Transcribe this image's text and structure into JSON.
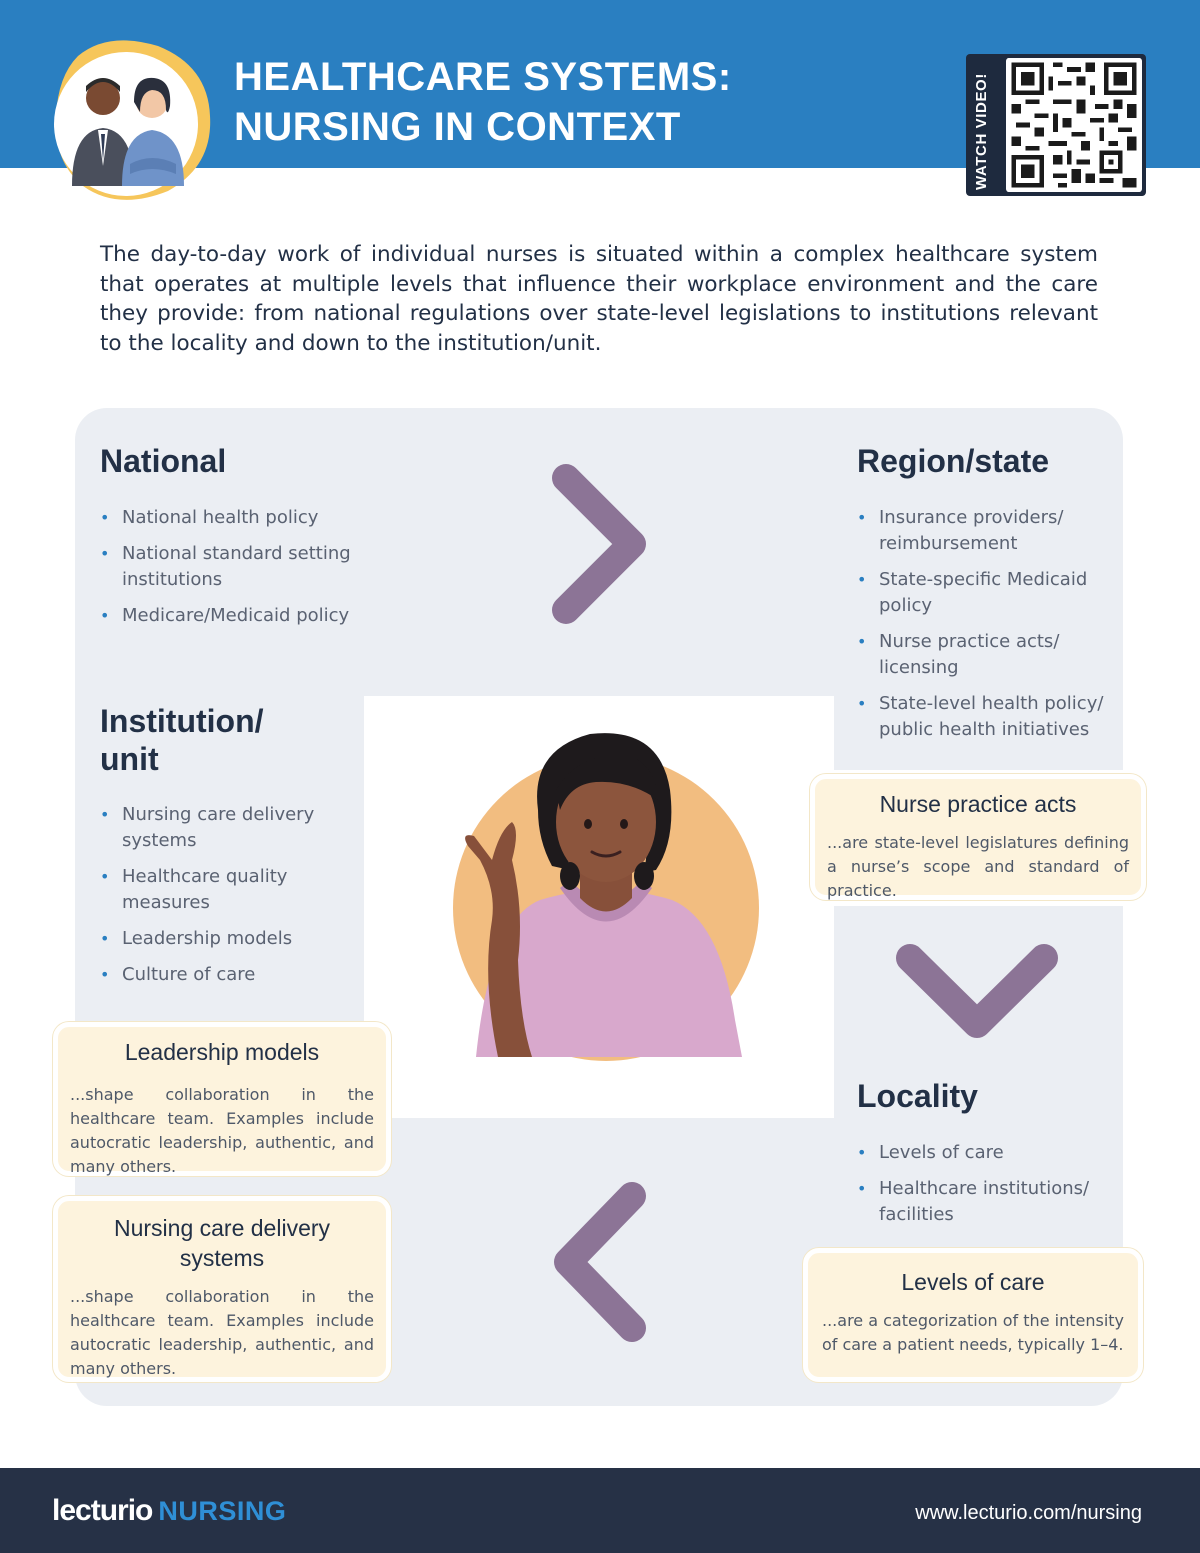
{
  "header": {
    "title_line1": "HEALTHCARE SYSTEMS:",
    "title_line2": "NURSING IN CONTEXT",
    "qr_label": "WATCH VIDEO!"
  },
  "intro": "The day-to-day work of individual nurses is situated within a complex healthcare system that operates at multiple levels that influence their workplace environment and the care they provide: from national regulations over state-level legislations to institutions rele­vant to the locality and down to the institution/unit.",
  "sections": {
    "national": {
      "title": "National",
      "items": [
        "National health policy",
        "National standard setting institutions",
        "Medicare/Medicaid policy"
      ]
    },
    "region": {
      "title": "Region/state",
      "items": [
        "Insurance providers/ reimbursement",
        "State-specific Medicaid policy",
        "Nurse practice acts/ licensing",
        "State-level health policy/ public health initiatives"
      ]
    },
    "institution": {
      "title_line1": "Institution/",
      "title_line2": "unit",
      "items": [
        "Nursing care delivery systems",
        "Healthcare quality measures",
        "Leadership models",
        "Culture of care"
      ]
    },
    "locality": {
      "title": "Locality",
      "items": [
        "Levels of care",
        "Healthcare institutions/ facilities"
      ]
    }
  },
  "callouts": {
    "nurse_practice": {
      "title": "Nurse practice acts",
      "body": "...are state-level legislatures defining a nurse’s scope and standard of practice."
    },
    "leadership": {
      "title": "Leadership models",
      "body": "...shape collaboration in the healthcare team. Examples include autocratic leadership, authentic, and many others."
    },
    "delivery": {
      "title_line1": "Nursing care delivery",
      "title_line2": "systems",
      "body": "...shape collaboration in the healthcare team. Examples include autocratic leadership, authentic, and many others."
    },
    "levels": {
      "title": "Levels of care",
      "body": "...are a categorization of the intensity of care a patient needs, typically 1–4."
    }
  },
  "footer": {
    "brand": "lecturio",
    "brand_suffix": "NURSING",
    "url": "www.lecturio.com/nursing"
  },
  "colors": {
    "header_blue": "#2a7fc1",
    "footer_navy": "#263146",
    "panel_gray": "#ebeef3",
    "callout_cream": "#fdf3dd",
    "chevron_purple": "#8c7496"
  }
}
